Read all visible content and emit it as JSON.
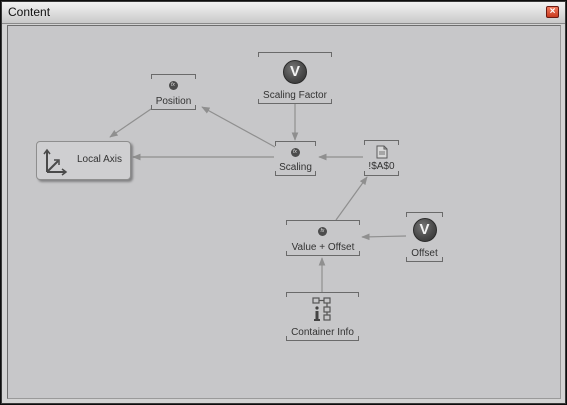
{
  "window": {
    "title": "Content",
    "close_glyph": "×"
  },
  "nodes": {
    "local_axis": {
      "label": "Local Axis",
      "icon": "axis-icon"
    },
    "position": {
      "label": "Position",
      "icon": "fx-icon"
    },
    "scaling_factor": {
      "label": "Scaling Factor",
      "icon": "v-icon",
      "glyph": "V"
    },
    "scaling": {
      "label": "Scaling",
      "icon": "fx-icon"
    },
    "ref_cell": {
      "label": "!$A$0",
      "icon": "document-icon"
    },
    "value_offset": {
      "label": "Value + Offset",
      "icon": "fx-icon"
    },
    "offset": {
      "label": "Offset",
      "icon": "v-icon",
      "glyph": "V"
    },
    "container_info": {
      "label": "Container Info",
      "icon": "container-info-icon"
    }
  },
  "icons": {
    "fx_glyph": "fx"
  },
  "colors": {
    "canvas_bg": "#c7c7c9",
    "link": "#8f8f8f",
    "node_border": "#6a6a6a",
    "text": "#333333"
  }
}
